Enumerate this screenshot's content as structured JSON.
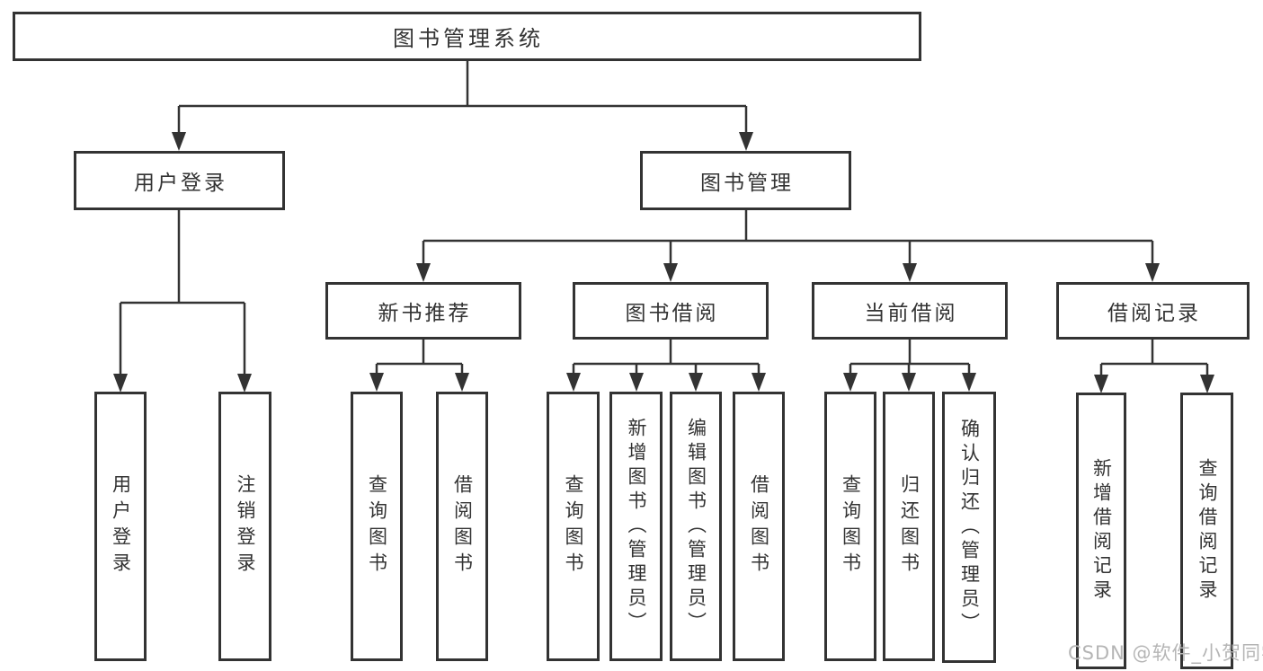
{
  "diagram": {
    "root": {
      "label": "图书管理系统"
    },
    "level2": [
      {
        "id": "user-login",
        "label": "用户登录"
      },
      {
        "id": "book-mgmt",
        "label": "图书管理"
      }
    ],
    "level3": [
      {
        "id": "new-books",
        "label": "新书推荐"
      },
      {
        "id": "book-borrow",
        "label": "图书借阅"
      },
      {
        "id": "current-borrow",
        "label": "当前借阅"
      },
      {
        "id": "borrow-records",
        "label": "借阅记录"
      }
    ],
    "leaves": {
      "user_login": [
        "用户登录",
        "注销登录"
      ],
      "new_books": [
        "查询图书",
        "借阅图书"
      ],
      "book_borrow": [
        "查询图书",
        "新增图书（管理员）",
        "编辑图书（管理员）",
        "借阅图书"
      ],
      "current_borrow": [
        "查询图书",
        "归还图书",
        "确认归还（管理员）"
      ],
      "borrow_records": [
        "新增借阅记录",
        "查询借阅记录"
      ]
    }
  },
  "watermark": {
    "text": "CSDN @软件_小贺同学"
  },
  "colors": {
    "line": "#333333",
    "box_border": "#333333",
    "text": "#333333",
    "watermark": "#b5b5b5",
    "background": "#ffffff"
  }
}
